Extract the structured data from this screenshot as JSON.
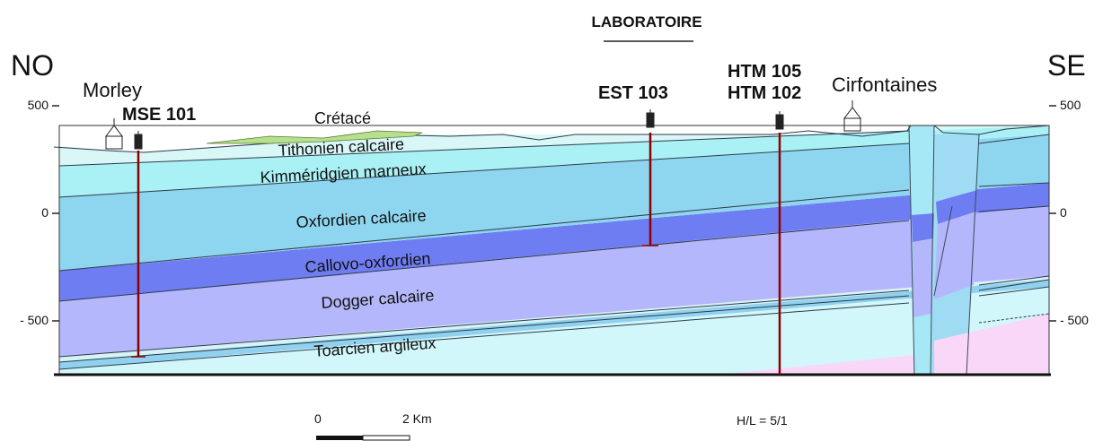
{
  "header": {
    "title": "LABORATOIRE"
  },
  "orientation": {
    "left": "NO",
    "right": "SE"
  },
  "axis": {
    "ticks": [
      {
        "value": 500,
        "label": "500"
      },
      {
        "value": 0,
        "label": "0"
      },
      {
        "value": -500,
        "label": "- 500"
      }
    ]
  },
  "places": {
    "morley": "Morley",
    "cirfontaines": "Cirfontaines"
  },
  "boreholes": {
    "mse101": "MSE 101",
    "est103": "EST 103",
    "htm105": "HTM 105",
    "htm102": "HTM 102"
  },
  "layers": {
    "cretace": "Crétacé",
    "tithonien": "Tithonien calcaire",
    "kimmeridgien": "Kimméridgien marneux",
    "oxfordien": "Oxfordien calcaire",
    "callovo": "Callovo-oxfordien",
    "dogger": "Dogger calcaire",
    "toarcien": "Toarcien argileux"
  },
  "scale": {
    "zero": "0",
    "distance": "2 Km"
  },
  "ratio": "H/L = 5/1",
  "colors": {
    "tithonien": "#d9f7f7",
    "kimmeridgien": "#a9f1f4",
    "oxfordien": "#8ed6f0",
    "callovo": "#6f7df2",
    "dogger": "#b4b7fb",
    "liasBand": "#d6f3f6",
    "liasThin": "#8fd1ee",
    "toarcien": "#d2f7fb",
    "trias": "#f9d7f9",
    "cretace": "#b6e08c",
    "borehole": "#8b0000"
  }
}
